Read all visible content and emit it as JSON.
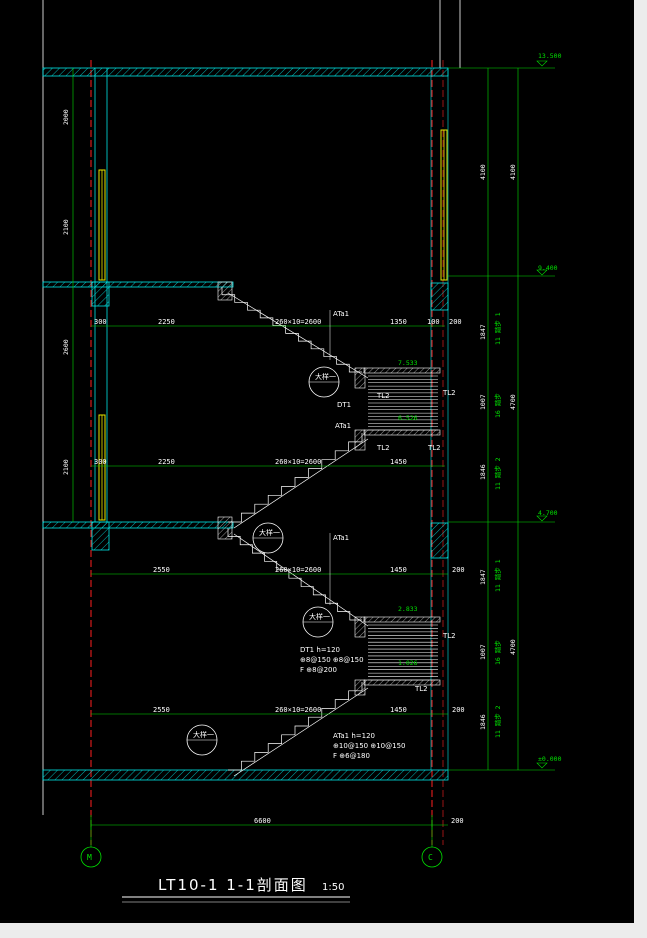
{
  "drawing": {
    "title": "LT10-1  1-1剖面图",
    "scale": "1:50",
    "axes": [
      "M",
      "C"
    ]
  },
  "elevations": {
    "top": "13.500",
    "upper_landing": "9.400",
    "middle_floor": "4.700",
    "ground": "±0.000",
    "mid_landing_upper": "7.533",
    "mid_landing_lower": "2.833",
    "intermediate_1": "6.526",
    "intermediate_2": "1.026"
  },
  "dimensions": {
    "total_width": "6600",
    "right_wall": "200",
    "upper_flight": {
      "left": "300",
      "mid": "2250",
      "run": "260×10=2600",
      "right": "1350",
      "end": "100",
      "wall": "200"
    },
    "mid_flight": {
      "left": "300",
      "mid": "2250",
      "run": "260×10=2600",
      "right": "1450"
    },
    "lower_flight_1": {
      "left": "2550",
      "run": "260×10=2600",
      "right": "1450",
      "wall": "200"
    },
    "lower_flight_2": {
      "left": "2550",
      "run": "260×10=2600",
      "right": "1450",
      "wall": "200"
    },
    "left_heights": [
      "2000",
      "2100",
      "2600",
      "2100"
    ],
    "right_heights_upper": [
      "4100"
    ],
    "right_heights_mid": [
      "1847",
      "1007",
      "1846"
    ],
    "right_heights_lower": [
      "1847",
      "1007",
      "1846"
    ],
    "storey_height": "4700",
    "storey_height_2": "4700"
  },
  "labels": {
    "at_upper": "ATa1",
    "at_mid": "ATa1",
    "at_lower_upper": "ATa1",
    "at_lower": "ATa1 h=120",
    "at_lower_rebar_1": "⊕10@150 ⊕10@150",
    "at_lower_rebar_2": "F ⊕6@180",
    "tl2_a": "TL2",
    "tl2_b": "TL2",
    "tl2_c": "TL2",
    "tl2_d": "TL2",
    "tl2_e": "TL2",
    "tl2_f": "TL2",
    "dt1": "DT1",
    "dt1_spec": "DT1 h=120",
    "dt1_rebar_1": "⊕8@150 ⊕8@150",
    "dt1_rebar_2": "F ⊕8@200",
    "detail_bubble": "大样一",
    "step_upper": "11 踏步 1",
    "step_mid_top": "16 踏步",
    "step_mid_bot": "11 踏步 2",
    "step_low_top": "11 踏步 1",
    "step_low_mid": "16 踏步",
    "step_low_bot": "11 踏步 2"
  },
  "colors": {
    "background": "#000000",
    "wall": "#00e5e5",
    "axis": "#ff2020",
    "dimension": "#00e000",
    "text": "#ffffff",
    "window": "#e8e800",
    "stairs": "#ffffff"
  }
}
